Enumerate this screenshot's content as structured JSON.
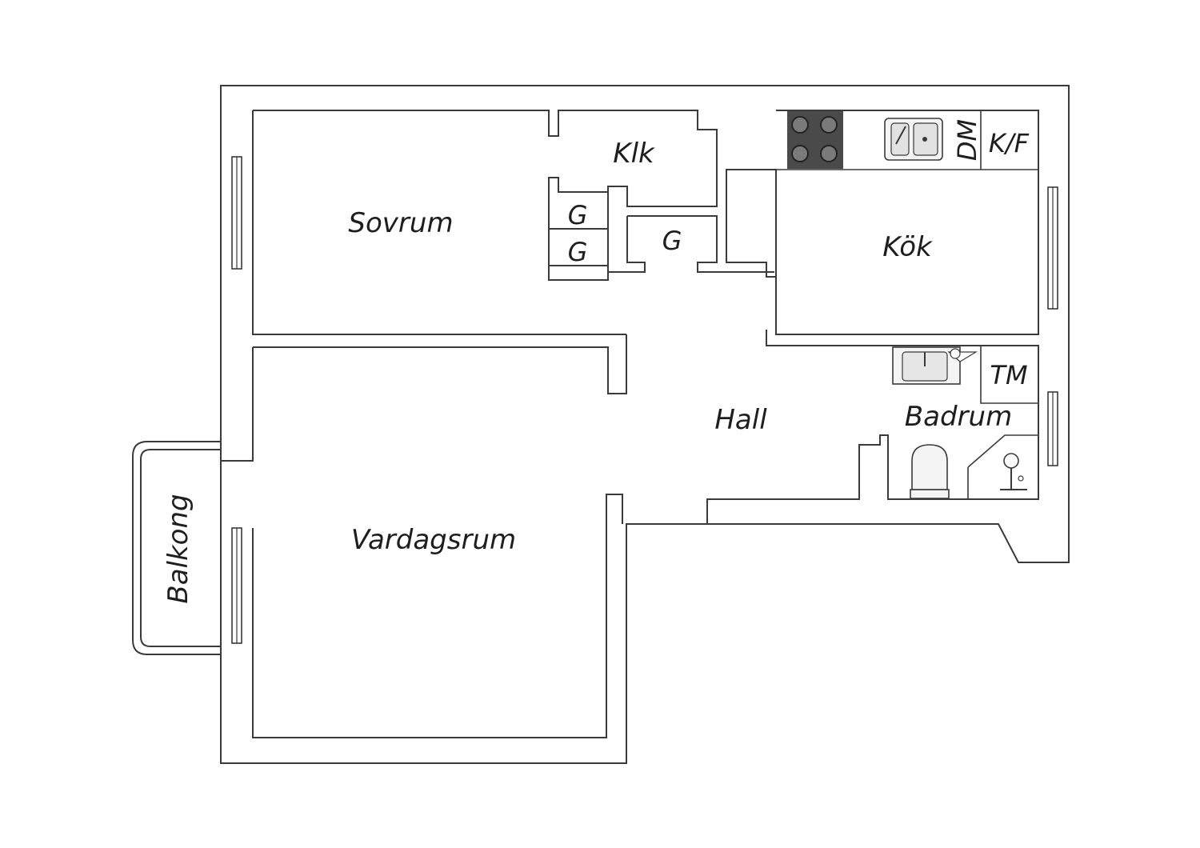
{
  "rooms": {
    "sovrum": "Sovrum",
    "klk": "Klk",
    "kok": "Kök",
    "hall": "Hall",
    "badrum": "Badrum",
    "vardagsrum": "Vardagsrum",
    "balkong": "Balkong"
  },
  "fixtures": {
    "closet_1": "G",
    "closet_2": "G",
    "closet_3": "G",
    "dishwasher": "DM",
    "fridge_freezer": "K/F",
    "washing_machine": "TM"
  },
  "colors": {
    "wall": "#3a3a3a",
    "stove": "#4a4a4a",
    "label": "#1e1e1e"
  }
}
